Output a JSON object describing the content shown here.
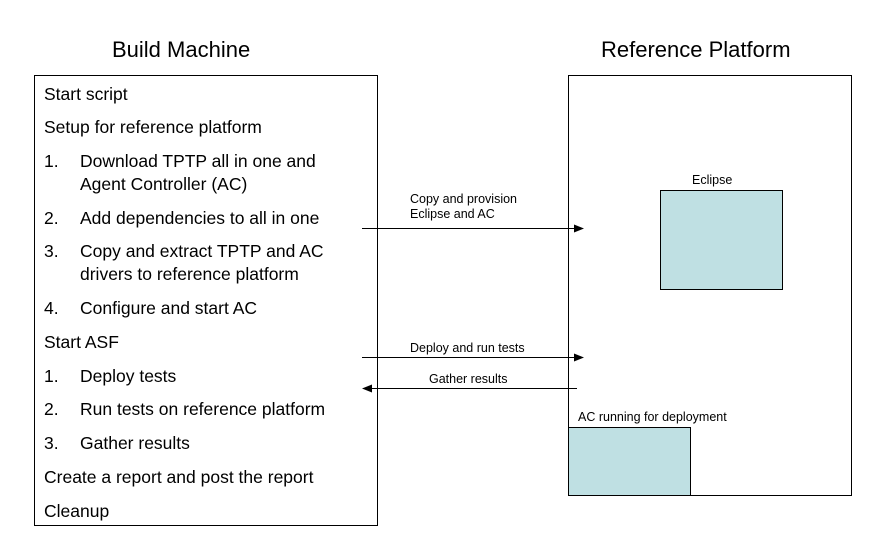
{
  "build_machine": {
    "title": "Build Machine",
    "start_script": "Start script",
    "setup": "Setup for reference platform",
    "setup_steps": [
      {
        "num": "1.",
        "line1": "Download TPTP all in one and",
        "line2": "Agent Controller (AC)"
      },
      {
        "num": "2.",
        "line1": "Add dependencies to all in one"
      },
      {
        "num": "3.",
        "line1": "Copy and extract TPTP and AC",
        "line2": "drivers to reference platform"
      },
      {
        "num": "4.",
        "line1": "Configure and start AC"
      }
    ],
    "start_asf": "Start ASF",
    "asf_steps": [
      {
        "num": "1.",
        "line1": "Deploy tests"
      },
      {
        "num": "2.",
        "line1": "Run tests on reference platform"
      },
      {
        "num": "3.",
        "line1": "Gather results"
      }
    ],
    "report": "Create a report and post the report",
    "cleanup": "Cleanup"
  },
  "reference_platform": {
    "title": "Reference Platform",
    "eclipse_label": "Eclipse",
    "ac_label": "AC running for deployment"
  },
  "arrows": {
    "copy_line1": "Copy and provision",
    "copy_line2": "Eclipse and AC",
    "deploy": "Deploy and run tests",
    "gather": "Gather results"
  }
}
